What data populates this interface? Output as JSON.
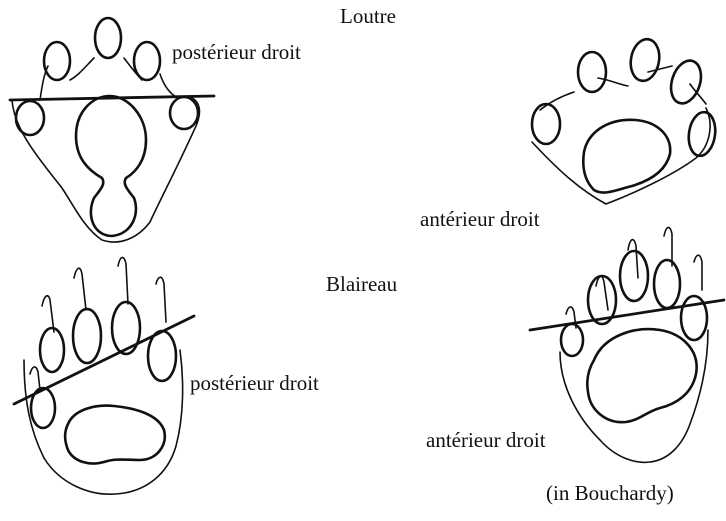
{
  "diagram": {
    "titles": {
      "otter": "Loutre",
      "badger": "Blaireau"
    },
    "labels": {
      "otter_hind": "postérieur droit",
      "otter_fore": "antérieur droit",
      "badger_hind": "postérieur droit",
      "badger_fore": "antérieur droit"
    },
    "credit": "(in Bouchardy)",
    "ink_color": "#111111",
    "background_color": "#ffffff"
  }
}
